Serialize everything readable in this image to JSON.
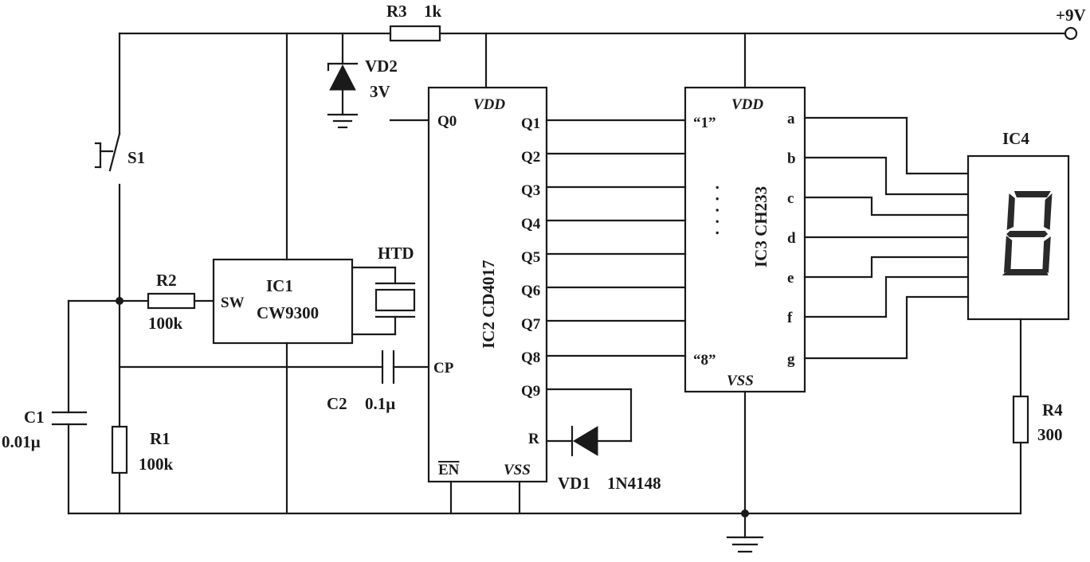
{
  "supply": {
    "label": "+9V"
  },
  "r3": {
    "name": "R3",
    "value": "1k"
  },
  "vd2": {
    "name": "VD2",
    "value": "3V"
  },
  "s1": {
    "name": "S1"
  },
  "r2": {
    "name": "R2",
    "value": "100k"
  },
  "r1": {
    "name": "R1",
    "value": "100k"
  },
  "c1": {
    "name": "C1",
    "value": "0.01μ"
  },
  "c2": {
    "name": "C2",
    "value": "0.1μ"
  },
  "ic1": {
    "name": "IC1",
    "part": "CW9300",
    "pin_sw": "SW"
  },
  "htd": {
    "name": "HTD"
  },
  "ic2": {
    "name": "IC2 CD4017",
    "pin_q0": "Q0",
    "pin_vdd": "VDD",
    "outputs": [
      "Q1",
      "Q2",
      "Q3",
      "Q4",
      "Q5",
      "Q6",
      "Q7",
      "Q8",
      "Q9"
    ],
    "pin_r": "R",
    "pin_cp": "CP",
    "pin_en": "EN",
    "pin_vss": "VSS"
  },
  "vd1": {
    "name": "VD1",
    "value": "1N4148"
  },
  "ic3": {
    "name": "IC3 CH233",
    "pin_vdd": "VDD",
    "pin_vss": "VSS",
    "input_first": "“1”",
    "input_last": "“8”",
    "dots": "· · · · ·",
    "segments": [
      "a",
      "b",
      "c",
      "d",
      "e",
      "f",
      "g"
    ]
  },
  "ic4": {
    "name": "IC4"
  },
  "r4": {
    "name": "R4",
    "value": "300"
  }
}
